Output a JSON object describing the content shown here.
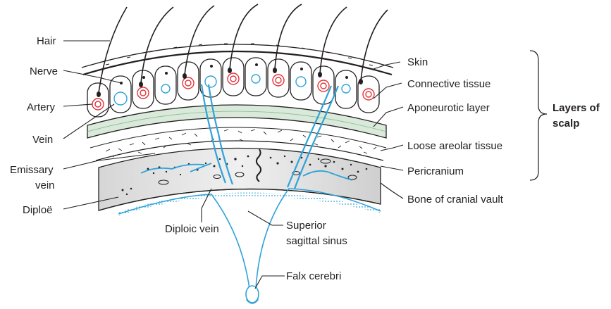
{
  "diagram": {
    "labels_left": {
      "hair": "Hair",
      "nerve": "Nerve",
      "artery": "Artery",
      "vein": "Vein",
      "emissary_vein_line1": "Emissary",
      "emissary_vein_line2": "vein",
      "diploe": "Diploë"
    },
    "labels_right": {
      "skin": "Skin",
      "connective_tissue": "Connective tissue",
      "aponeurotic_layer": "Aponeurotic layer",
      "loose_areolar_tissue": "Loose areolar tissue",
      "pericranium": "Pericranium",
      "bone_of_cranial_vault": "Bone of cranial vault"
    },
    "labels_bottom": {
      "diploic_vein": "Diploic vein",
      "superior_sagittal_sinus_line1": "Superior",
      "superior_sagittal_sinus_line2": "sagittal sinus",
      "falx_cerebri": "Falx cerebri"
    },
    "bracket_label": {
      "line1": "Layers of",
      "line2": "scalp"
    },
    "colors": {
      "ink": "#231f20",
      "artery_red": "#e2343a",
      "vein_blue": "#2fa3d8",
      "aponeurosis_green": "#d9eadb",
      "bone_grey": "#c9c9c9"
    }
  }
}
